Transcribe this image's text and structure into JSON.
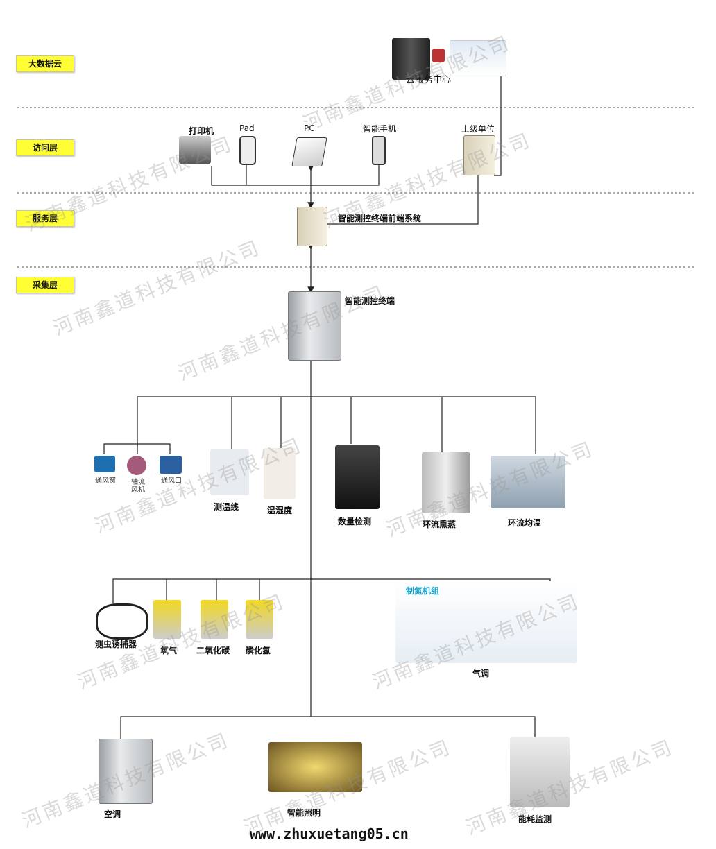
{
  "layers": [
    "大数据云",
    "访问层",
    "服务层",
    "采集层"
  ],
  "cloud": {
    "label": "云服务中心"
  },
  "access": {
    "printer": "打印机",
    "pad": "Pad",
    "pc": "PC",
    "phone": "智能手机",
    "superior": "上级单位"
  },
  "service": {
    "label": "智能测控终端前端系统"
  },
  "terminal": {
    "label": "智能测控终端"
  },
  "row1": {
    "vent_window": "通风窗",
    "axial_fan_1": "轴流",
    "axial_fan_2": "风机",
    "vent_opening": "通风口",
    "temp_cable": "测温线",
    "humidity": "温湿度",
    "quantity": "数量检测",
    "fumigation": "环流熏蒸",
    "uniform_temp": "环流均温"
  },
  "row2": {
    "insect_trap": "测虫诱捕器",
    "oxygen": "氧气",
    "co2": "二氧化碳",
    "phosphine": "磷化氢",
    "nitrogen_title": "制氮机组",
    "controlled_atmosphere": "气调"
  },
  "row3": {
    "ac": "空调",
    "lighting": "智能照明",
    "energy": "能耗监测"
  },
  "footer": {
    "url": "www.zhuxuetang05.cn"
  },
  "watermark": "河南鑫道科技有限公司",
  "colors": {
    "layer_label": "#ffff33",
    "nitrogen_title": "#1aa0c8"
  }
}
